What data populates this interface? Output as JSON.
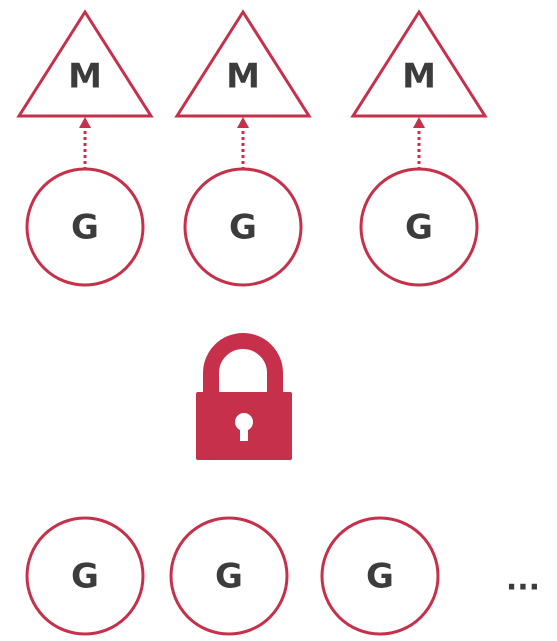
{
  "colors": {
    "accent": "#c6304a",
    "text": "#3c3c3c",
    "background": "#ffffff"
  },
  "machines": [
    {
      "label": "M"
    },
    {
      "label": "M"
    },
    {
      "label": "M"
    }
  ],
  "running_goroutines": [
    {
      "label": "G"
    },
    {
      "label": "G"
    },
    {
      "label": "G"
    }
  ],
  "queued_goroutines": [
    {
      "label": "G"
    },
    {
      "label": "G"
    },
    {
      "label": "G"
    }
  ],
  "ellipsis": "...",
  "icons": {
    "lock": "lock-icon"
  }
}
